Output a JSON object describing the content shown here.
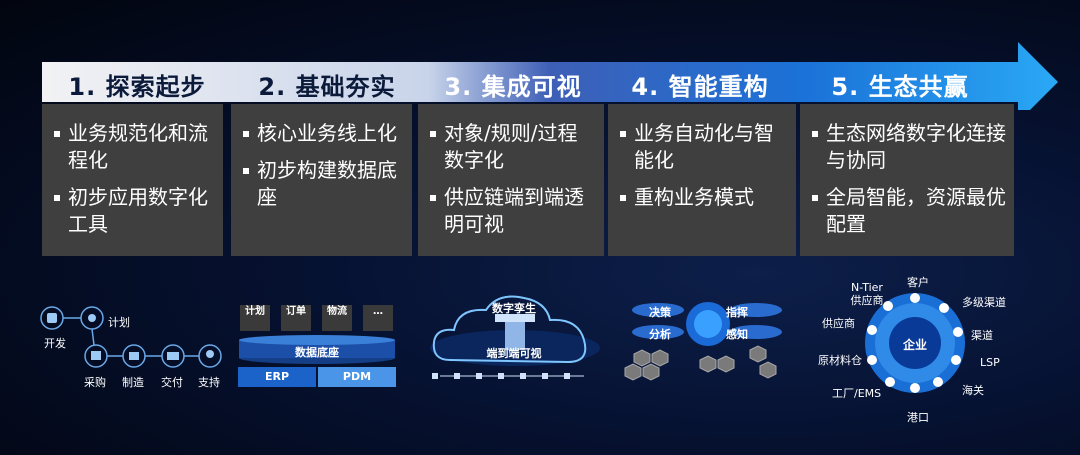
{
  "stages": [
    {
      "title": "1. 探索起步",
      "items": [
        "业务规范化和流程化",
        "初步应用数字化工具"
      ]
    },
    {
      "title": "2. 基础夯实",
      "items": [
        "核心业务线上化",
        "初步构建数据底座"
      ]
    },
    {
      "title": "3. 集成可视",
      "items": [
        "对象/规则/过程数字化",
        "供应链端到端透明可视"
      ]
    },
    {
      "title": "4. 智能重构",
      "items": [
        "业务自动化与智能化",
        "重构业务模式"
      ]
    },
    {
      "title": "5. 生态共赢",
      "items": [
        "生态网络数字化连接与协同",
        "全局智能，资源最优配置"
      ]
    }
  ],
  "diagram1": {
    "nodes": [
      "开发",
      "计划",
      "采购",
      "制造",
      "交付",
      "支持"
    ]
  },
  "diagram2": {
    "top": [
      "计划",
      "订单",
      "物流",
      "…"
    ],
    "middle": "数据底座",
    "bottom": [
      "ERP",
      "PDM"
    ]
  },
  "diagram3": {
    "cloud_title": "数字孪生",
    "cloud_sub": "端到端可视"
  },
  "diagram4": {
    "labels": [
      "决策",
      "指挥",
      "分析",
      "感知"
    ]
  },
  "diagram5": {
    "center": "企业",
    "labels": [
      "客户",
      "多级渠道",
      "渠道",
      "LSP",
      "海关",
      "港口",
      "工厂/EMS",
      "原材料仓",
      "供应商",
      "N-Tier供应商"
    ]
  },
  "colors": {
    "arrow_start": "#2a3b6b",
    "arrow_end": "#2aa3f2",
    "box": "#3f3f3f",
    "accent": "#1e6fd9"
  }
}
